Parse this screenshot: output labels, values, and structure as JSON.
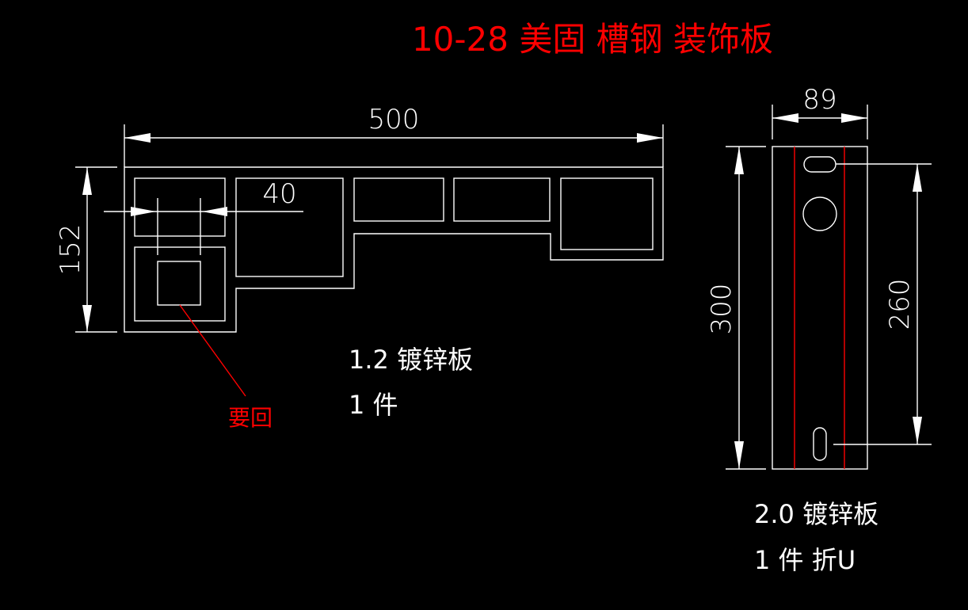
{
  "title": "10-28 美固 槽钢 装饰板",
  "left_part": {
    "dim_width": "500",
    "dim_height": "152",
    "dim_small": "40",
    "callout": "要回",
    "material": "1.2 镀锌板",
    "quantity": "1 件"
  },
  "right_part": {
    "dim_width": "89",
    "dim_height": "300",
    "dim_hole_spacing": "260",
    "material": "2.0 镀锌板",
    "quantity": "1 件 折U"
  },
  "colors": {
    "background": "#000000",
    "lines": "#ffffff",
    "accent": "#ff0000"
  }
}
